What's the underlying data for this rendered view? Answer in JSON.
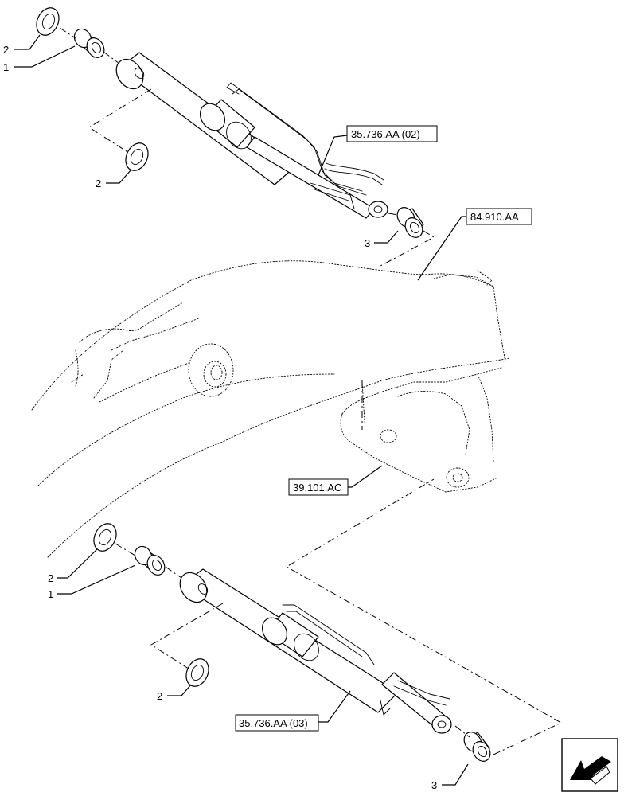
{
  "callouts": {
    "top_washer_upper": "2",
    "top_bushing": "1",
    "top_washer_lower": "2",
    "top_rod_bushing": "3",
    "bottom_washer_upper": "2",
    "bottom_bushing": "1",
    "bottom_washer_lower": "2",
    "bottom_rod_bushing": "3"
  },
  "references": {
    "top_cylinder": "35.736.AA (02)",
    "boom": "84.910.AA",
    "bracket": "39.101.AC",
    "bottom_cylinder": "35.736.AA (03)"
  },
  "icons": {
    "navigation": "back-arrow-icon"
  }
}
